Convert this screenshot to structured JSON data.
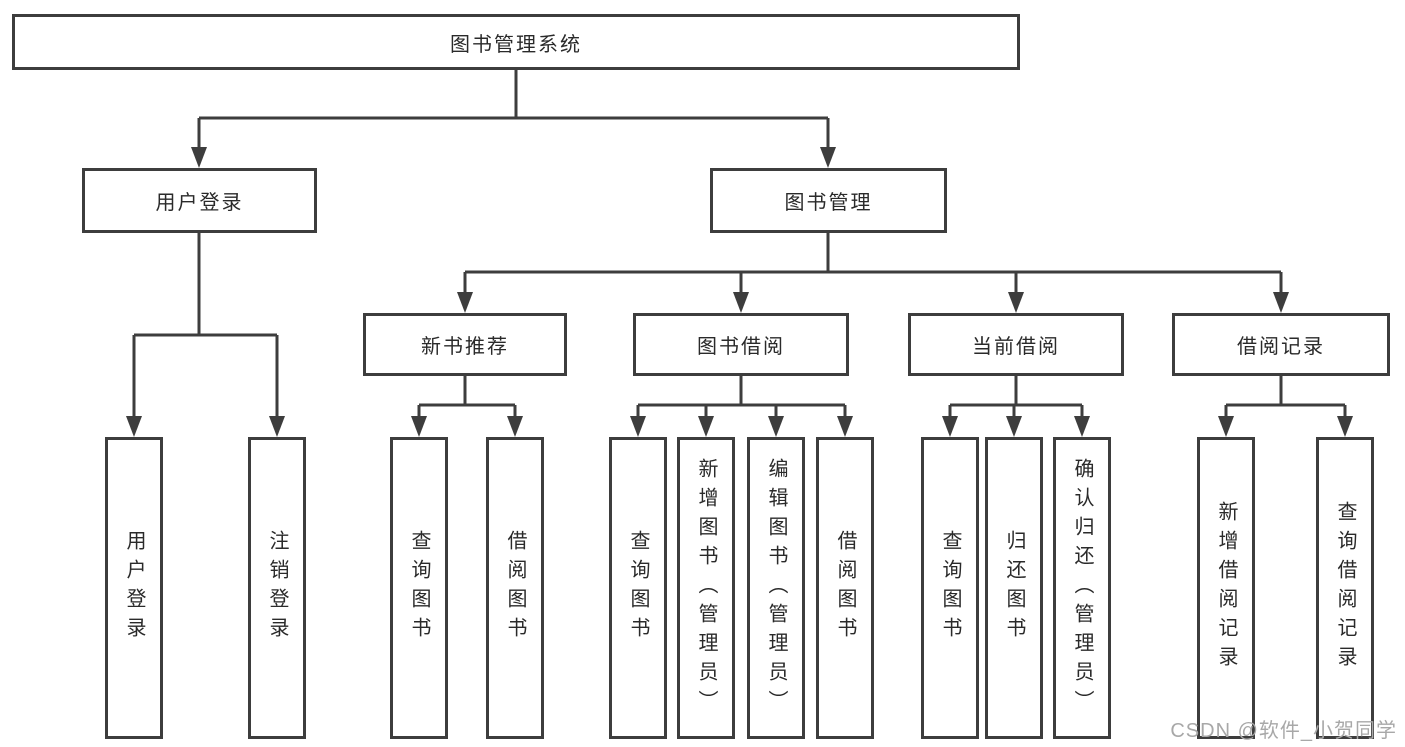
{
  "diagram": {
    "root": {
      "label": "图书管理系统"
    },
    "level2": [
      {
        "label": "用户登录"
      },
      {
        "label": "图书管理"
      }
    ],
    "level3": [
      {
        "label": "新书推荐"
      },
      {
        "label": "图书借阅"
      },
      {
        "label": "当前借阅"
      },
      {
        "label": "借阅记录"
      }
    ],
    "leaves": {
      "user_login": [
        "用户登录",
        "注销登录"
      ],
      "new_books": [
        "查询图书",
        "借阅图书"
      ],
      "book_borrow": [
        "查询图书",
        "新增图书（管理员）",
        "编辑图书（管理员）",
        "借阅图书"
      ],
      "current_borrow": [
        "查询图书",
        "归还图书",
        "确认归还（管理员）"
      ],
      "borrow_records": [
        "新增借阅记录",
        "查询借阅记录"
      ]
    },
    "colors": {
      "line": "#3d3d3d",
      "text": "#2a2a2a",
      "background": "#ffffff",
      "watermark": "#a8a8a8"
    }
  },
  "watermark": {
    "text": "CSDN @软件_小贺同学"
  }
}
